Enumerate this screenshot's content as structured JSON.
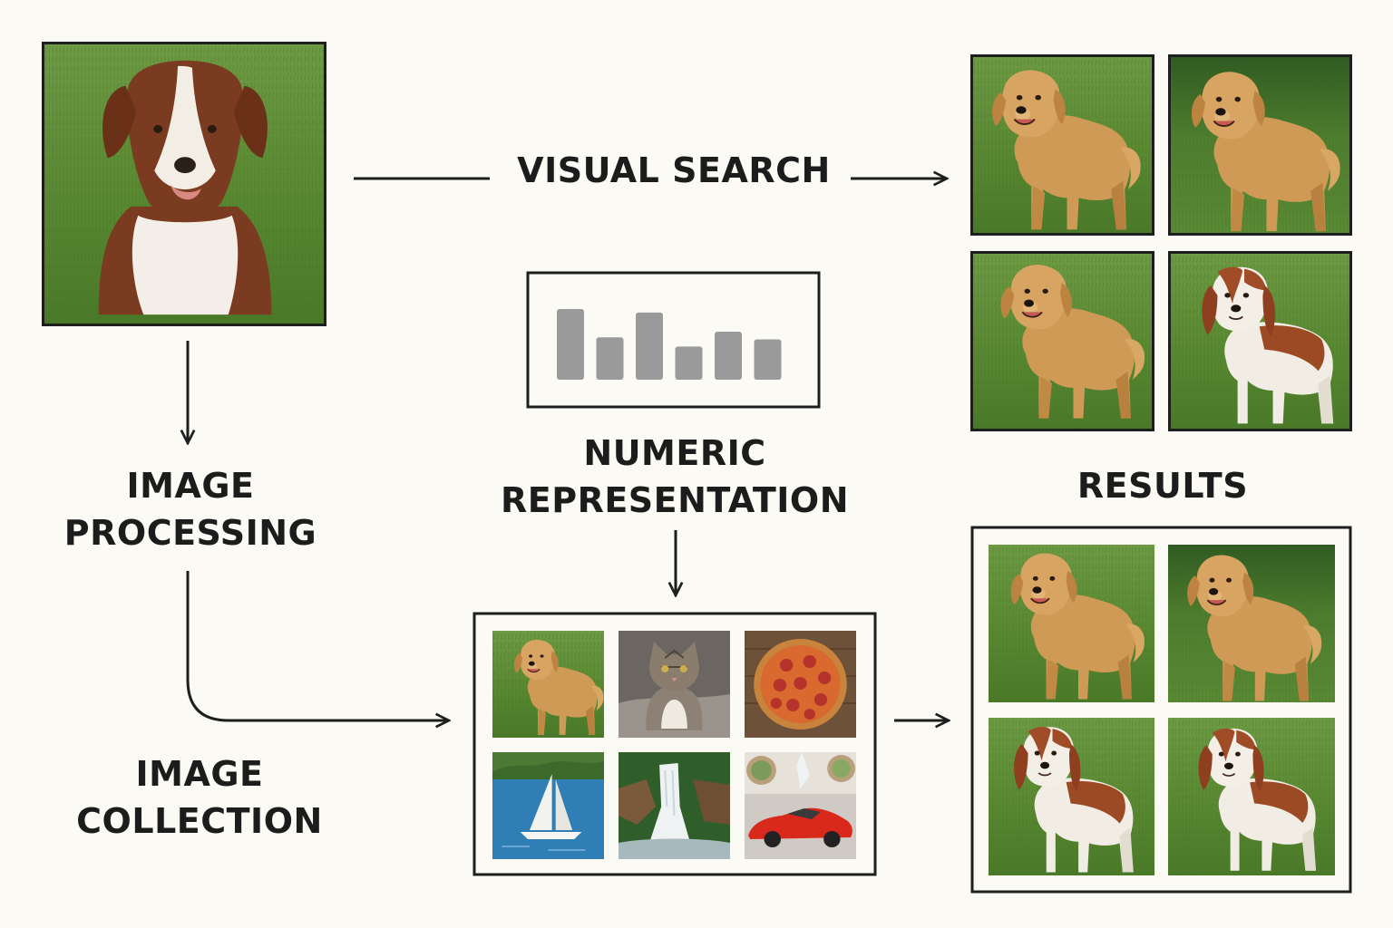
{
  "labels": {
    "visual_search": "VISUAL SEARCH",
    "image_processing": [
      "IMAGE",
      "PROCESSING"
    ],
    "numeric_representation": [
      "NUMERIC",
      "REPRESENTATION"
    ],
    "results": "RESULTS",
    "image_collection": [
      "IMAGE",
      "COLLECTION"
    ]
  },
  "feature_vector": {
    "values": [
      1.0,
      0.6,
      0.95,
      0.47,
      0.68,
      0.57
    ],
    "bar_color": "#9a9a9a"
  },
  "query_image": {
    "subject": "brown-and-white dog"
  },
  "top_results": [
    "golden retriever",
    "golden retriever",
    "golden retriever",
    "brown-and-white spaniel"
  ],
  "collection": [
    "golden retriever",
    "tabby cat",
    "pepperoni pizza",
    "sailboat",
    "waterfall",
    "red sports car"
  ],
  "final_results": [
    "golden retriever",
    "golden retriever",
    "brown-and-white dog",
    "brown-and-white spaniel"
  ],
  "colors": {
    "background": "#fbfaf5",
    "ink": "#1c1c1c",
    "grass": "#5c8a35",
    "golden": "#cf9a55",
    "brown": "#7a3b20"
  }
}
